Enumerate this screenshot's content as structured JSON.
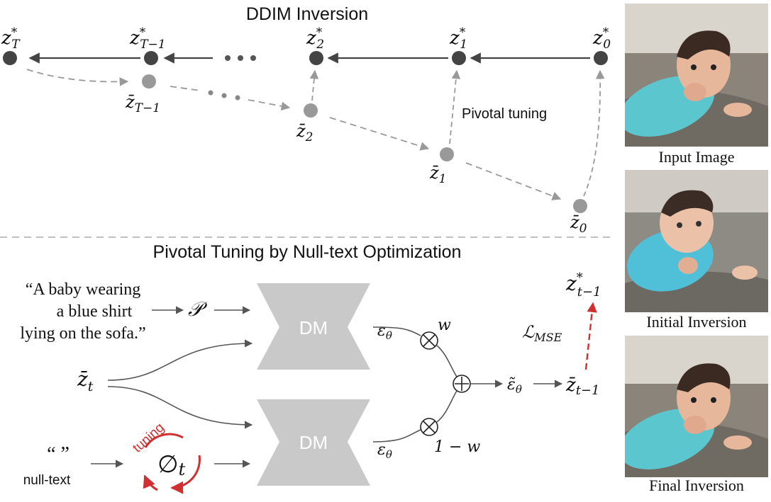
{
  "top": {
    "title": "DDIM Inversion",
    "pivotal_label": "Pivotal tuning",
    "z_star": {
      "T": {
        "base": "z",
        "sup": "*",
        "sub": "T"
      },
      "T1": {
        "base": "z",
        "sup": "*",
        "sub": "T−1"
      },
      "z2": {
        "base": "z",
        "sup": "*",
        "sub": "2"
      },
      "z1": {
        "base": "z",
        "sup": "*",
        "sub": "1"
      },
      "z0": {
        "base": "z",
        "sup": "*",
        "sub": "0"
      }
    },
    "z_bar": {
      "T1": {
        "base": "z̄",
        "sub": "T−1"
      },
      "z2": {
        "base": "z̄",
        "sub": "2"
      },
      "z1": {
        "base": "z̄",
        "sub": "1"
      },
      "z0": {
        "base": "z̄",
        "sub": "0"
      }
    }
  },
  "bottom": {
    "title": "Pivotal Tuning by Null-text Optimization",
    "prompt_lines": [
      "“A baby wearing",
      "a blue shirt",
      "lying on the sofa.”"
    ],
    "prompt_symbol": "𝒫",
    "zt": {
      "base": "z̄",
      "sub": "t"
    },
    "null_quote": "“ ”",
    "null_label": "null-text",
    "tuning_label": "tuning",
    "null_symbol": {
      "base": "∅",
      "sub": "t"
    },
    "dm_label": "DM",
    "eps": {
      "base": "ε",
      "sub": "θ"
    },
    "eps_tilde": {
      "base": "ε̃",
      "sub": "θ"
    },
    "w": "w",
    "one_minus_w": "1 − w",
    "zt1_bar": {
      "base": "z̄",
      "sub": "t−1"
    },
    "zt1_star": {
      "base": "z",
      "sup": "*",
      "sub": "t−1"
    },
    "loss": {
      "base": "ℒ",
      "sub": "MSE"
    }
  },
  "images": {
    "captions": [
      "Input Image",
      "Initial Inversion",
      "Final Inversion"
    ]
  },
  "colors": {
    "red_accent": "#d03030",
    "node_dark": "#444444",
    "node_light": "#999999",
    "dm_gray": "#c9c9c9",
    "shirt_blue": "#5cc6cf"
  }
}
